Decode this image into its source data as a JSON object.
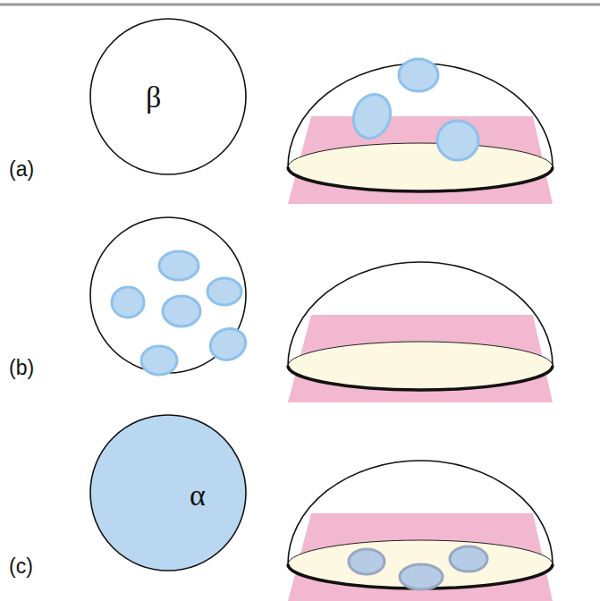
{
  "diagram": {
    "nodes": [
      {
        "text": [
          "β"
        ]
      },
      {
        "text": [
          "α"
        ]
      }
    ],
    "labels": [
      "(a)",
      "(b)",
      "(c)"
    ]
  }
}
